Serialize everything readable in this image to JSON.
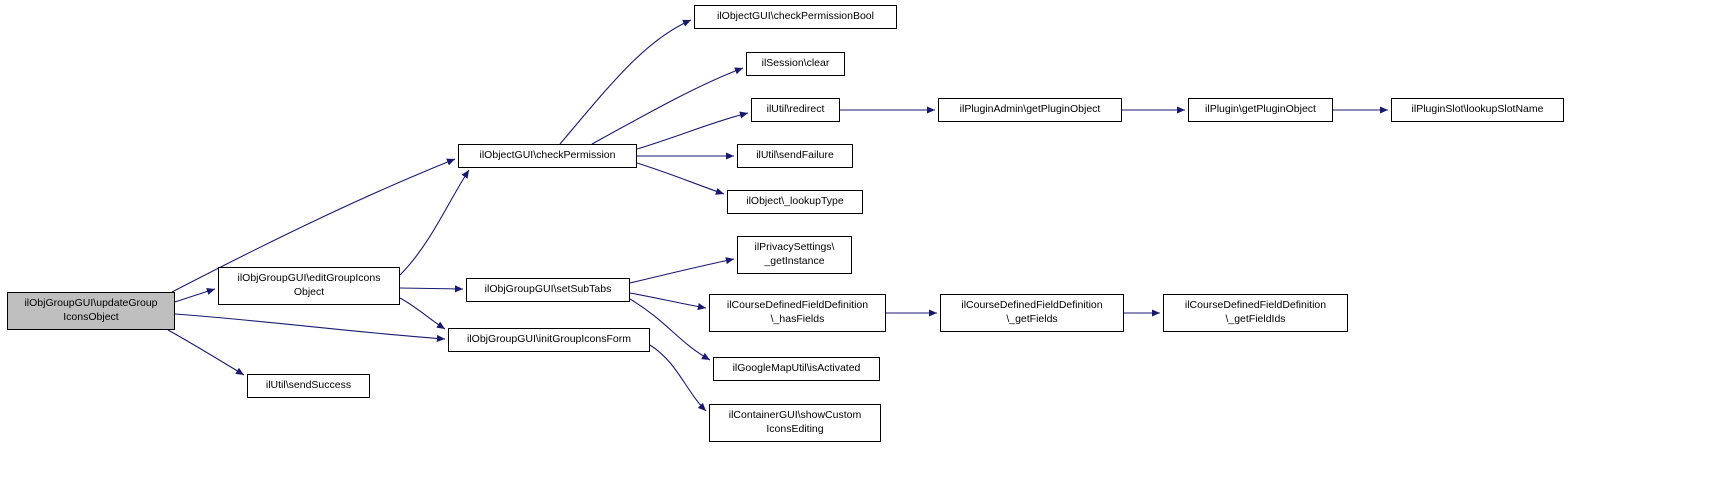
{
  "diagram": {
    "type": "call-graph",
    "highlight_color": "#bfbfbf",
    "node_fill": "#ffffff",
    "node_border": "#000000",
    "edge_color": "#191970"
  },
  "nodes": {
    "updateGroupIconsObject": {
      "label": "ilObjGroupGUI\\updateGroup\nIconsObject"
    },
    "editGroupIconsObject": {
      "label": "ilObjGroupGUI\\editGroupIcons\nObject"
    },
    "sendSuccess": {
      "label": "ilUtil\\sendSuccess"
    },
    "checkPermission": {
      "label": "ilObjectGUI\\checkPermission"
    },
    "setSubTabs": {
      "label": "ilObjGroupGUI\\setSubTabs"
    },
    "initGroupIconsForm": {
      "label": "ilObjGroupGUI\\initGroupIconsForm"
    },
    "checkPermissionBool": {
      "label": "ilObjectGUI\\checkPermissionBool"
    },
    "sessionClear": {
      "label": "ilSession\\clear"
    },
    "redirect": {
      "label": "ilUtil\\redirect"
    },
    "sendFailure": {
      "label": "ilUtil\\sendFailure"
    },
    "lookupType": {
      "label": "ilObject\\_lookupType"
    },
    "privacyGetInstance": {
      "label": "ilPrivacySettings\\\n_getInstance"
    },
    "cdfHasFields": {
      "label": "ilCourseDefinedFieldDefinition\n\\_hasFields"
    },
    "googleMapIsActivated": {
      "label": "ilGoogleMapUtil\\isActivated"
    },
    "showCustomIconsEditing": {
      "label": "ilContainerGUI\\showCustom\nIconsEditing"
    },
    "pluginAdminGetPluginObject": {
      "label": "ilPluginAdmin\\getPluginObject"
    },
    "pluginGetPluginObject": {
      "label": "ilPlugin\\getPluginObject"
    },
    "pluginSlotLookupSlotName": {
      "label": "ilPluginSlot\\lookupSlotName"
    },
    "cdfGetFields": {
      "label": "ilCourseDefinedFieldDefinition\n\\_getFields"
    },
    "cdfGetFieldIds": {
      "label": "ilCourseDefinedFieldDefinition\n\\_getFieldIds"
    }
  },
  "edges": [
    {
      "from": "updateGroupIconsObject",
      "to": "editGroupIconsObject"
    },
    {
      "from": "updateGroupIconsObject",
      "to": "checkPermission"
    },
    {
      "from": "updateGroupIconsObject",
      "to": "initGroupIconsForm"
    },
    {
      "from": "updateGroupIconsObject",
      "to": "sendSuccess"
    },
    {
      "from": "editGroupIconsObject",
      "to": "checkPermission"
    },
    {
      "from": "editGroupIconsObject",
      "to": "setSubTabs"
    },
    {
      "from": "editGroupIconsObject",
      "to": "initGroupIconsForm"
    },
    {
      "from": "checkPermission",
      "to": "checkPermissionBool"
    },
    {
      "from": "checkPermission",
      "to": "sessionClear"
    },
    {
      "from": "checkPermission",
      "to": "redirect"
    },
    {
      "from": "checkPermission",
      "to": "sendFailure"
    },
    {
      "from": "checkPermission",
      "to": "lookupType"
    },
    {
      "from": "redirect",
      "to": "pluginAdminGetPluginObject"
    },
    {
      "from": "pluginAdminGetPluginObject",
      "to": "pluginGetPluginObject"
    },
    {
      "from": "pluginGetPluginObject",
      "to": "pluginSlotLookupSlotName"
    },
    {
      "from": "setSubTabs",
      "to": "privacyGetInstance"
    },
    {
      "from": "setSubTabs",
      "to": "cdfHasFields"
    },
    {
      "from": "setSubTabs",
      "to": "googleMapIsActivated"
    },
    {
      "from": "cdfHasFields",
      "to": "cdfGetFields"
    },
    {
      "from": "cdfGetFields",
      "to": "cdfGetFieldIds"
    },
    {
      "from": "initGroupIconsForm",
      "to": "showCustomIconsEditing"
    }
  ]
}
